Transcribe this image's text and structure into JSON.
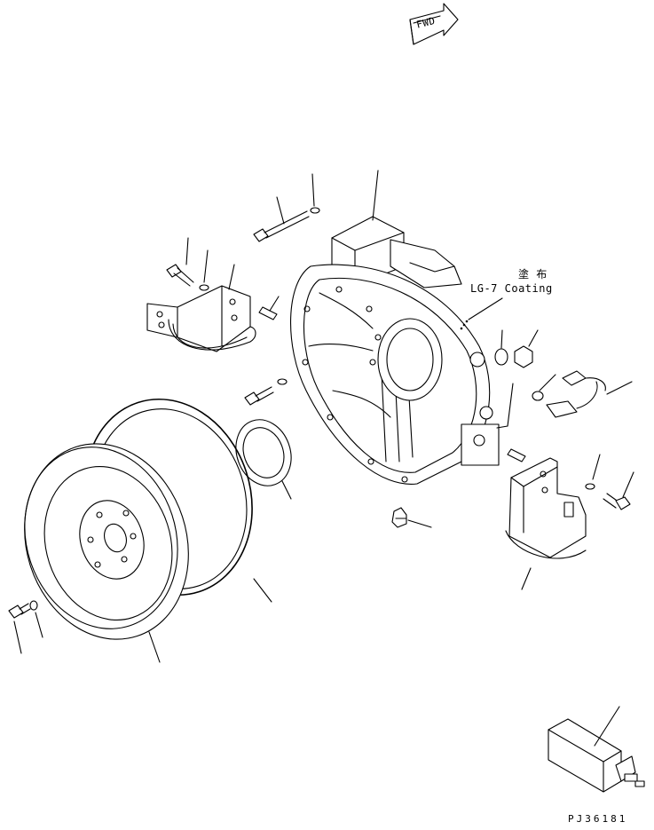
{
  "direction_marker": {
    "label": "FWD"
  },
  "coating_note": {
    "jp_label": "塗 布",
    "label": "LG-7 Coating"
  },
  "drawing_id": "PJ36181"
}
